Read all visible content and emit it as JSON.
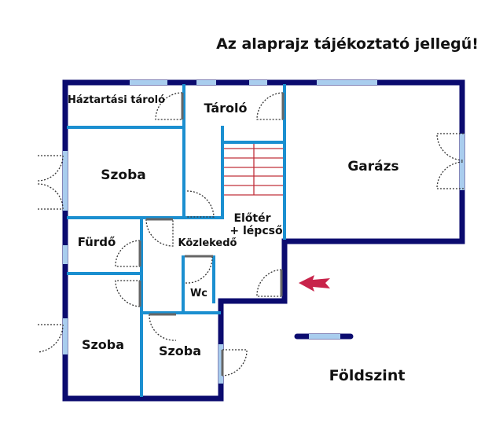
{
  "title": "Az alaprajz tájékoztató jellegű!",
  "floor_label": "Földszint",
  "rooms": {
    "haztartasi": "Háztartási tároló",
    "tarolo": "Tároló",
    "szoba1": "Szoba",
    "garazs": "Garázs",
    "eloter_line1": "Előtér",
    "eloter_line2": "+ lépcső",
    "furdo": "Fürdő",
    "kozlekedo": "Közlekedő",
    "wc": "Wc",
    "szoba2": "Szoba",
    "szoba3": "Szoba"
  },
  "colors": {
    "outer_wall": "#0b0b6f",
    "inner_wall": "#1b8fd0",
    "window": "#a9cdee",
    "stairs": "#c0303a",
    "entrance_arrow": "#c8234a"
  }
}
